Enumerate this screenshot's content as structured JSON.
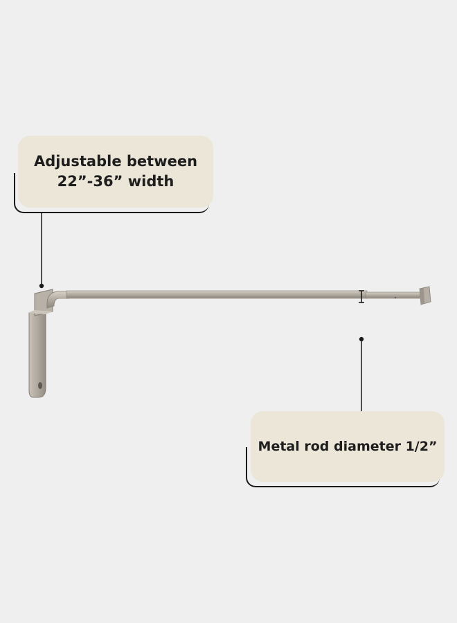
{
  "callouts": {
    "width": {
      "line1": "Adjustable between",
      "line2": "22”-36” width"
    },
    "diameter": {
      "text": "Metal rod diameter 1/2”"
    }
  },
  "colors": {
    "background": "#efefef",
    "callout_fill": "#ece6d8",
    "outline": "#1a1a1a",
    "metal": "#b9b1a6"
  }
}
